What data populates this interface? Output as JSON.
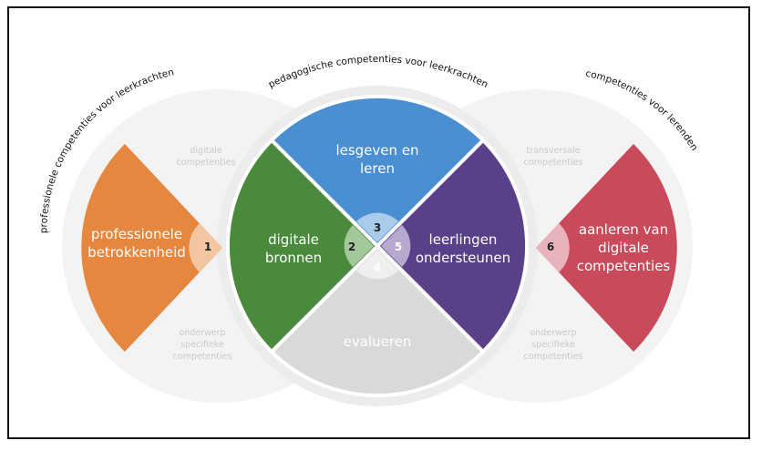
{
  "arc_labels": {
    "left": "professionele competenties voor leerkrachten",
    "middle": "pedagogische competenties voor leerkrachten",
    "right": "competenties voor lerenden"
  },
  "segments": [
    {
      "number": "1",
      "line1": "professionele",
      "line2": "betrokkenheid",
      "color": "#e6873f"
    },
    {
      "number": "2",
      "line1": "digitale",
      "line2": "bronnen",
      "color": "#4a8a3d"
    },
    {
      "number": "3",
      "line1": "lesgeven en",
      "line2": "leren",
      "color": "#4a8fd1"
    },
    {
      "number": "4",
      "line1": "evalueren",
      "line2": "",
      "color": "#d9d9d9"
    },
    {
      "number": "5",
      "line1": "leerlingen",
      "line2": "ondersteunen",
      "color": "#5a4089"
    },
    {
      "number": "6",
      "line1": "aanleren van",
      "line2": "digitale",
      "line3": "competenties",
      "color": "#c94a5a"
    }
  ],
  "grey_labels": {
    "left_top": [
      "digitale",
      "competenties"
    ],
    "left_bottom": [
      "onderwerp",
      "specifieke",
      "competenties"
    ],
    "right_top": [
      "transversale",
      "competenties"
    ],
    "right_bottom": [
      "onderwerp",
      "specifieke",
      "competenties"
    ]
  }
}
